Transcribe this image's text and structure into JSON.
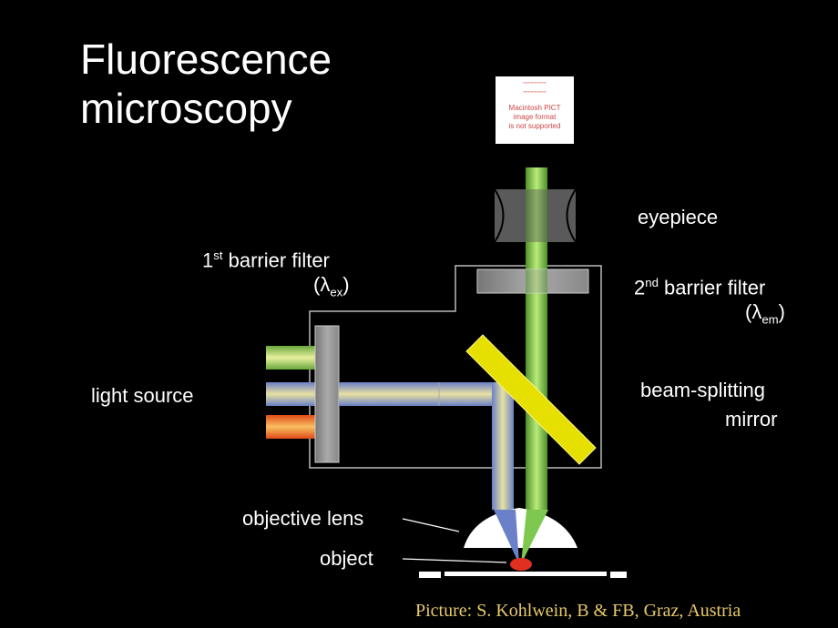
{
  "title_line1": "Fluorescence",
  "title_line2": "microscopy",
  "labels": {
    "eyepiece": "eyepiece",
    "barrier1": "1",
    "barrier1_sup": "st",
    "barrier1_rest": " barrier filter",
    "barrier1_lambda": "λ",
    "barrier1_sub": "ex",
    "barrier2": "2",
    "barrier2_sup": "nd",
    "barrier2_rest": " barrier filter",
    "barrier2_lambda": "λ",
    "barrier2_sub": "em",
    "light_source": "light source",
    "beam_splitting": "beam-splitting",
    "mirror": "mirror",
    "objective_lens": "objective lens",
    "object": "object"
  },
  "placeholder_image": {
    "line1": "Macintosh PICT",
    "line2": "image format",
    "line3": "is not supported"
  },
  "credit": "Picture: S. Kohlwein, B & FB, Graz, Austria",
  "colors": {
    "background": "#000000",
    "text": "#ffffff",
    "credit": "#e8c96a",
    "mirror": "#e6e000",
    "emission_green": "#7ec850",
    "excitation_blue": "#6a80c8",
    "filter_gray": "#9a9a9a",
    "object_red": "#e03020"
  }
}
